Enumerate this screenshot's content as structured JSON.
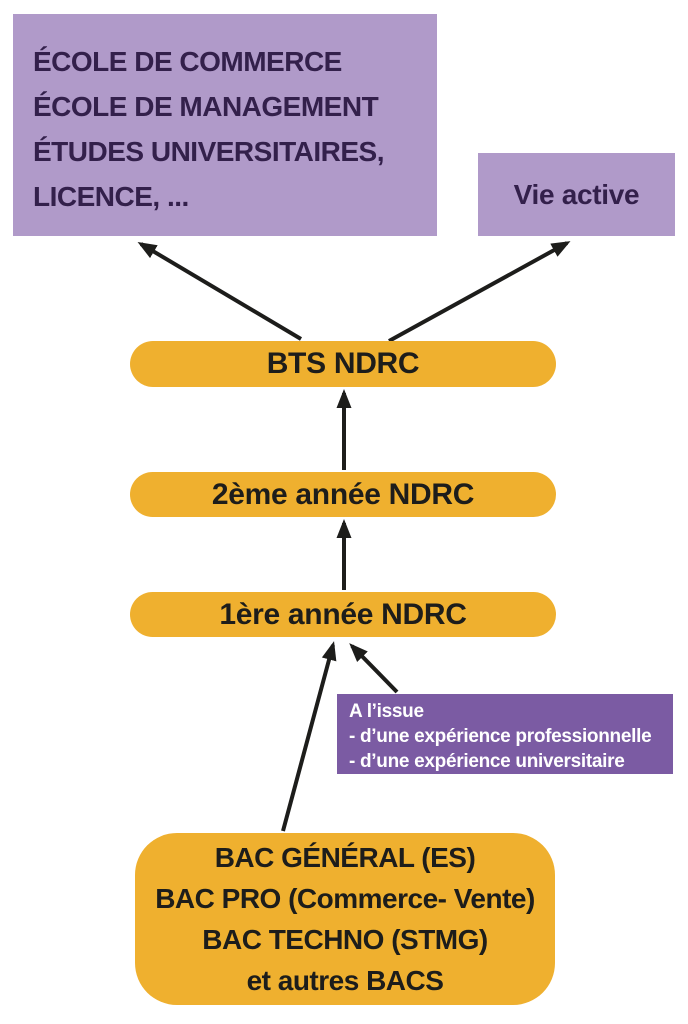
{
  "colors": {
    "light_purple": "#b09ac9",
    "dark_purple": "#7b5ba3",
    "orange": "#efb02f",
    "text_purple": "#33204b",
    "ink": "#1d1d1b",
    "white_text": "#ffffff",
    "background": "#ffffff"
  },
  "boxes": {
    "higher_education": {
      "lines": [
        "ÉCOLE DE COMMERCE",
        "ÉCOLE DE MANAGEMENT",
        "ÉTUDES UNIVERSITAIRES,",
        "LICENCE, ..."
      ]
    },
    "vie_active": {
      "label": "Vie active"
    },
    "bts_ndrc": {
      "label": "BTS NDRC"
    },
    "annee_2": {
      "label": "2ème année NDRC"
    },
    "annee_1": {
      "label": "1ère année NDRC"
    },
    "a_l_issue": {
      "lines": [
        "A l’issue",
        "- d’une expérience professionnelle",
        "- d’une expérience universitaire"
      ]
    },
    "bac": {
      "lines": [
        "BAC GÉNÉRAL (ES)",
        "BAC PRO (Commerce- Vente)",
        "BAC TECHNO (STMG)",
        "et autres BACS"
      ]
    }
  },
  "edges": [
    {
      "from": "bts_ndrc",
      "to": "higher_education"
    },
    {
      "from": "bts_ndrc",
      "to": "vie_active"
    },
    {
      "from": "annee_2",
      "to": "bts_ndrc"
    },
    {
      "from": "annee_1",
      "to": "annee_2"
    },
    {
      "from": "bac",
      "to": "annee_1"
    },
    {
      "from": "a_l_issue",
      "to": "annee_1"
    }
  ]
}
